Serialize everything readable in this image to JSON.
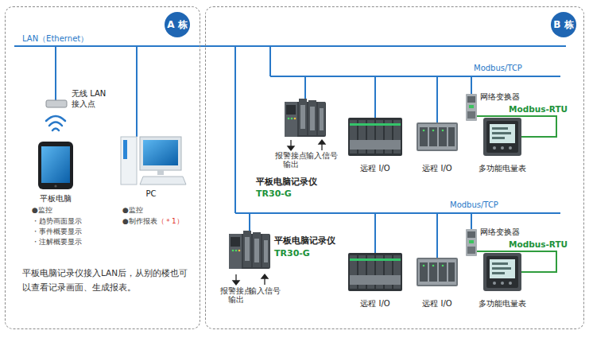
{
  "diagram": {
    "nodes": [
      {
        "text": [
          "A 栋"
        ]
      },
      {
        "text": [
          "无线 LAN 接入点"
        ],
        "in": 0
      },
      {
        "text": [
          "平板电脑"
        ],
        "in": 0
      },
      {
        "text": [
          "PC"
        ],
        "in": 0
      },
      {
        "text": [
          "B 栋"
        ]
      },
      {
        "text": [
          "平板电脑记录仪",
          "TR30-G"
        ],
        "in": 4
      },
      {
        "text": [
          "远程 I/O"
        ],
        "in": 4
      },
      {
        "text": [
          "远程 I/O"
        ],
        "in": 4
      },
      {
        "text": [
          "网络变换器"
        ],
        "in": 4
      },
      {
        "text": [
          "多功能电量表"
        ],
        "in": 4
      },
      {
        "text": [
          "平板电脑记录仪",
          "TR30-G"
        ],
        "in": 4
      },
      {
        "text": [
          "远程 I/O"
        ],
        "in": 4
      },
      {
        "text": [
          "远程 I/O"
        ],
        "in": 4
      },
      {
        "text": [
          "网络变换器"
        ],
        "in": 4
      },
      {
        "text": [
          "多功能电量表"
        ],
        "in": 4
      }
    ],
    "edges": [
      {
        "from": 5,
        "to": 6,
        "arrow": "none"
      },
      {
        "from": 5,
        "to": 7,
        "arrow": "none"
      },
      {
        "from": 5,
        "to": 8,
        "label": "Modbus/TCP",
        "arrow": "none"
      },
      {
        "from": 8,
        "to": 9,
        "label": "Modbus-RTU",
        "arrow": "none"
      },
      {
        "from": 10,
        "to": 11,
        "arrow": "none"
      },
      {
        "from": 10,
        "to": 12,
        "arrow": "none"
      },
      {
        "from": 10,
        "to": 13,
        "label": "Modbus/TCP",
        "arrow": "none"
      },
      {
        "from": 13,
        "to": 14,
        "label": "Modbus-RTU",
        "arrow": "none"
      }
    ],
    "labels": [
      "LAN（Ethernet）",
      "●监控",
      "・趋势画面显示",
      "・事件概要显示",
      "・注解概要显示",
      "●监控",
      "●制作报表",
      "（＊1）",
      "平板电脑记录仪接入LAN后，从别的楼也可以查看记录画面、生成报表。",
      "报警接点输出",
      "输入信号",
      "报警接点输出",
      "输入信号"
    ]
  }
}
